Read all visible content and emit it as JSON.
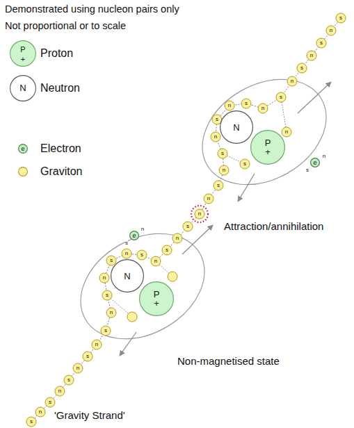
{
  "diagram": {
    "title": "Demonstrated using nucleon pairs only",
    "nodes": [
      {
        "text": [
          "N"
        ]
      },
      {
        "text": [
          "P",
          "+"
        ]
      },
      {
        "text": [
          "e"
        ]
      },
      {
        "text": [
          "e"
        ]
      },
      {
        "text": [
          "N"
        ]
      },
      {
        "text": [
          "P",
          "+"
        ]
      }
    ],
    "labels": [
      "Not proportional or to scale",
      "P",
      "+",
      "N",
      "e",
      "n",
      "s",
      "n",
      "s",
      "Attraction/annihilation",
      "Non-magnetised state",
      "'Gravity Strand'",
      "s",
      "n",
      "s",
      "n",
      "s",
      "n",
      "s",
      "n",
      "s",
      "n",
      "s",
      "n",
      "s",
      "n",
      "s",
      "n",
      "n",
      "s",
      "n",
      "s",
      "n",
      "s",
      "n",
      "s",
      "n",
      "s",
      "n",
      "s",
      "n",
      "s",
      "n",
      "s",
      "n",
      "s",
      "n",
      "s",
      "n",
      "s"
    ],
    "legend": [
      {
        "text": "Proton",
        "color": "#ccf5cc"
      },
      {
        "text": "Neutron",
        "color": "#ffffff"
      },
      {
        "text": "Electron",
        "color": "#c6ecc6"
      },
      {
        "text": "Graviton",
        "color": "#fdf29c"
      }
    ]
  }
}
